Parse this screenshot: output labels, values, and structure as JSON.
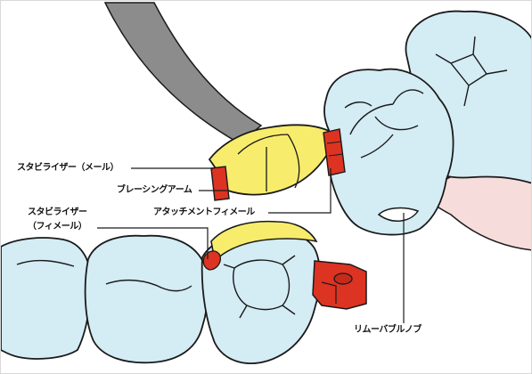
{
  "labels": {
    "stabilizer_male": "スタビライザー（メール）",
    "bracing_arm": "ブレーシングアーム",
    "attachment_female": "アタッチメントフィメール",
    "stabilizer_female_line1": "スタビライザー",
    "stabilizer_female_line2": "（フィメール）",
    "removable_knob": "リムーバブルノブ"
  },
  "colors": {
    "tooth_fill": "#d4ecf4",
    "outline": "#1a1a1a",
    "bracing_arm_fill": "#f7ec6c",
    "attachment_red": "#dd3322",
    "gingiva_pink": "#f7dcdc",
    "metal_bar": "#8c8c8c"
  }
}
